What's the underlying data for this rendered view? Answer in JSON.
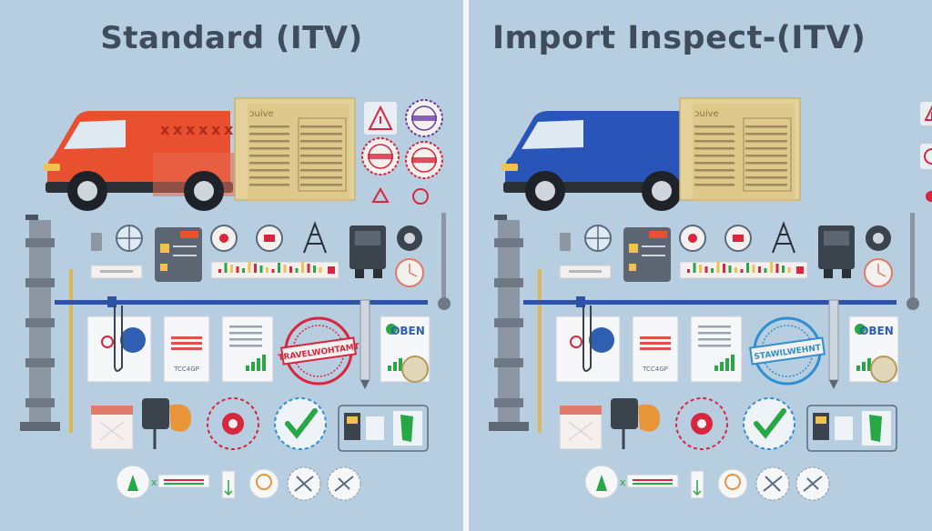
{
  "panels": {
    "left": {
      "title": "Standard (ITV)",
      "van_color": "#e8502f",
      "stamp_text": "TRAVELWOHTAMT",
      "stamp_color": "#d7263d",
      "doc_logo_text": "ↄuive",
      "doc_caption": "TCC4GP",
      "card_label": "OBEN"
    },
    "right": {
      "title": "Import Inspect-(ITV)",
      "van_color": "#2a55b8",
      "stamp_text": "STAWILWEHNT",
      "stamp_color": "#2f8fd1",
      "doc_logo_text": "ↄuive",
      "doc_caption": "TCC4GP",
      "card_label": "OBEN"
    }
  },
  "colors": {
    "background": "#b7cde0",
    "title": "#3e4c5c",
    "pipe": "#2c54a6",
    "check": "#28a745",
    "warning": "#d7263d",
    "document": "#e5d29a"
  },
  "icons": [
    "van-icon",
    "document-icon",
    "warning-icon",
    "seal-icon",
    "globe-icon",
    "tablet-icon",
    "gauge-icon",
    "tower-icon",
    "machine-icon",
    "clock-icon",
    "pipe-icon",
    "stamp-icon",
    "check-icon",
    "gear-icon",
    "battery-icon"
  ]
}
